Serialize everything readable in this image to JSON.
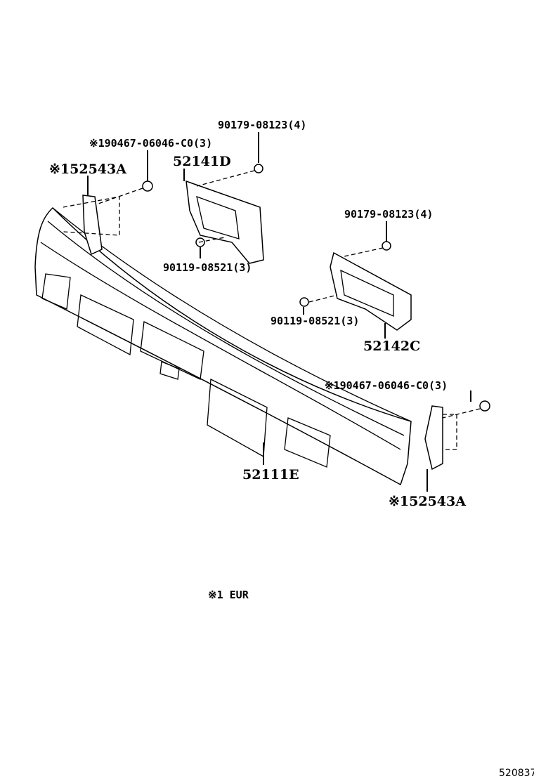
{
  "diagram": {
    "labels": {
      "nut_top": "90179-08123(4)",
      "clip_left": "※190467-06046-C0(3)",
      "bracket_left": "52141D",
      "pad_left": "※152543A",
      "nut_right": "90179-08123(4)",
      "bolt_left": "90119-08521(3)",
      "bolt_right": "90119-08521(3)",
      "bracket_right": "52142C",
      "clip_right": "※190467-06046-C0(3)",
      "bumper": "52111E",
      "pad_right": "※152543A"
    },
    "footnote": "※1 EUR",
    "figure_id": "520837"
  }
}
